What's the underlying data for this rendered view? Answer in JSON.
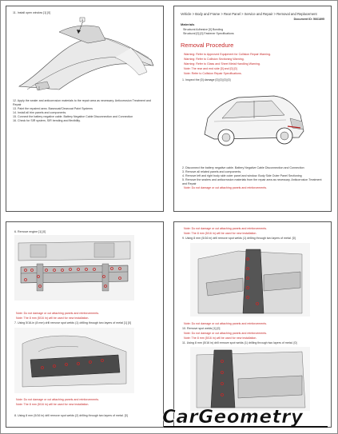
{
  "page1": {
    "step_top": "11. Install open window [1] [0]",
    "steps": [
      "12. Apply the sealer and anticorrosion materials to the repair area as necessary. Anticorrosion Treatment and Repair",
      "13. Paint the repaired area. Basecoat/Clearcoat Paint Systems",
      "14. Install all trim panels and components.",
      "15. Connect the battery negative cable. Battery Negative Cable Disconnection and Connection",
      "16. Check for SIR system, SIR bending and flexibility."
    ]
  },
  "page2": {
    "breadcrumb": "Vehicle > Body and Frame > Rear Panel > Service and Repair > Removal and Replacement",
    "doc_id": "Document ID: 5661895",
    "materials_heading": "Materials",
    "materials": [
      "Structural Adhesive [0] Bonding",
      "Structural [0] [0] Fastener Specifications"
    ],
    "procedure_heading": "Removal Procedure",
    "warnings": [
      {
        "label": "Warning:",
        "text": "Refer to Approved Equipment for Collision Repair Warning."
      },
      {
        "label": "Warning:",
        "text": "Refer to Collision Sectioning Warning."
      },
      {
        "label": "Warning:",
        "text": "Refer to Glass and Sheet Metal Handling Warning."
      },
      {
        "label": "Note:",
        "text": "The rear and end side [0] and [0] [0]"
      },
      {
        "label": "Note:",
        "text": "Refer to Collision Repair Specifications."
      }
    ],
    "step_inspect": "1. Inspect the [0] damage [0] [0] [0] [0]",
    "steps": [
      "2. Disconnect the battery negative cable. Battery Negative Cable Disconnection and Connection",
      "3. Remove all related panels and components.",
      "4. Remove left and right body side outer panel and window. Body Side Outer Panel Sectioning",
      "5. Remove the sealers and anticorrosion materials from the repair area as necessary. Anticorrosion Treatment and Repair"
    ],
    "note_bottom": {
      "label": "Note:",
      "text": "Do not damage or cut attaching panels and reinforcements."
    }
  },
  "page3": {
    "step_top": "6. Remove engine [1] [0]",
    "notes": [
      {
        "label": "Note:",
        "text": "Do not damage or cut attaching panels and reinforcements."
      },
      {
        "label": "Note:",
        "text": "The 8 mm (5/16 in) will be used for new installation."
      }
    ],
    "step_mid": "7. Using 5/16-in (8 mm) drill remove spot welds (1) drilling through two layers of metal [1] [0]",
    "notes_bottom": [
      {
        "label": "Note:",
        "text": "Do not damage or cut attaching panels and reinforcements."
      },
      {
        "label": "Note:",
        "text": "The 8 mm (5/16 in) will be used for new installation."
      }
    ],
    "step_bottom": "8. Using 8 mm (5/16 in) drill remove spot welds (2) drilling through two layers of metal. [0]"
  },
  "page4": {
    "notes": [
      {
        "label": "Note:",
        "text": "Do not damage or cut attaching panels and reinforcements."
      },
      {
        "label": "Note:",
        "text": "The 8 mm (5/16 in) will be used for new installation."
      }
    ],
    "step_top": "9. Using 8 mm (5/16 in) drill remove spot welds (1) drilling through two layers of metal. [0]",
    "notes_mid": [
      {
        "label": "Note:",
        "text": "Do not damage or cut attaching panels and reinforcements."
      }
    ],
    "step_mid": "10. Remove spot welds [1] [0]",
    "notes_mid2": [
      {
        "label": "Note:",
        "text": "Do not damage or cut attaching panels and reinforcements."
      },
      {
        "label": "Note:",
        "text": "The 8 mm (5/16 in) will be used for new installation."
      }
    ],
    "step_bottom": "11. Using 8 mm (5/16 in) drill remove spot welds (1) drilling through two layers of metal. [0]"
  },
  "watermark": "CarGeometry"
}
